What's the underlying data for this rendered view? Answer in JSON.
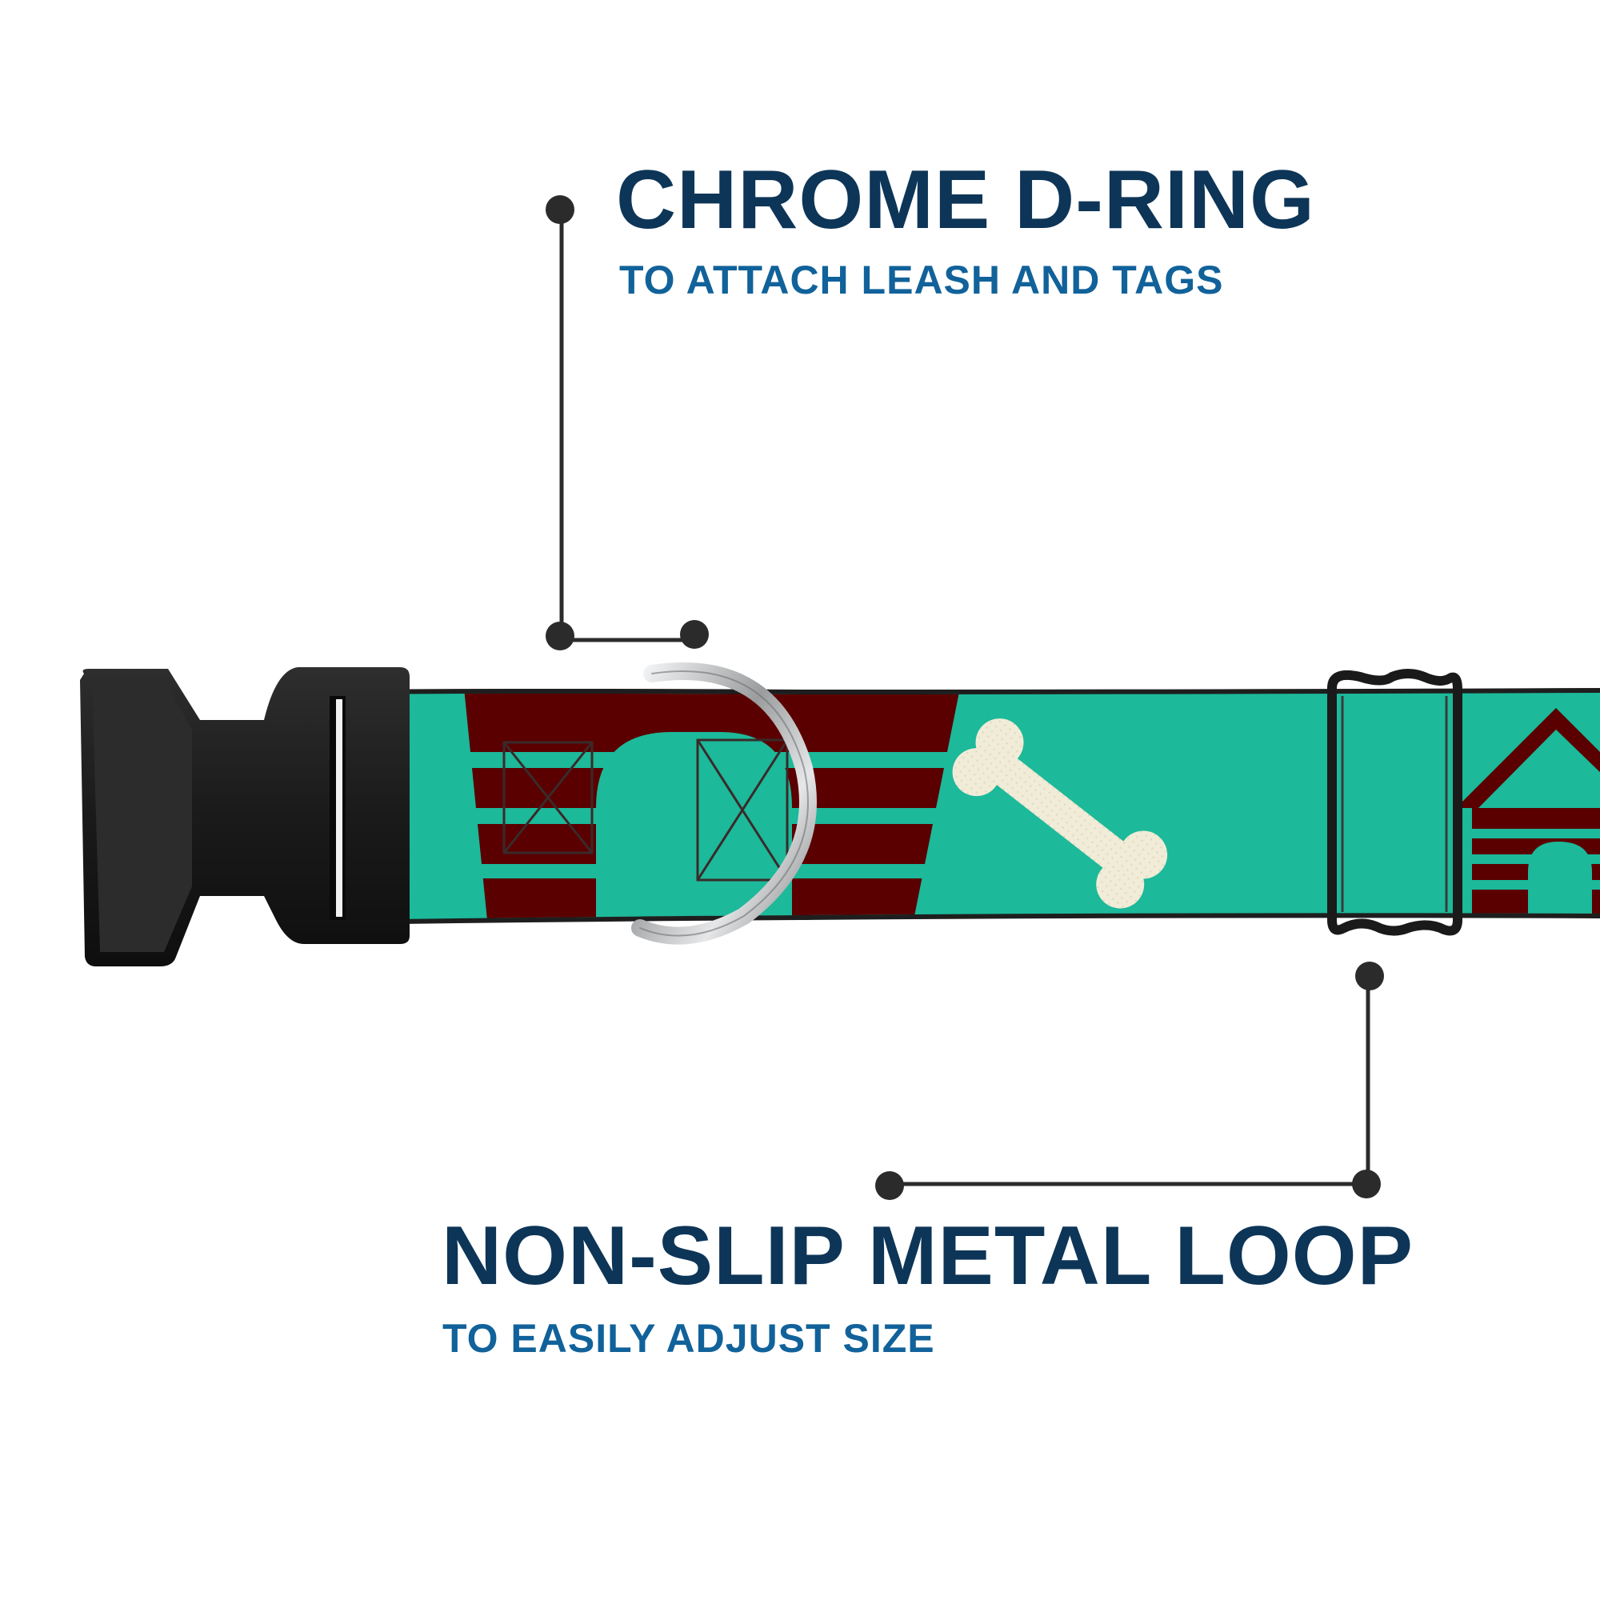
{
  "colors": {
    "background": "#ffffff",
    "title_navy": "#0d3557",
    "subtitle_blue": "#11629a",
    "callout_line": "#2b2b2b",
    "webbing_teal": "#1cb99a",
    "pattern_maroon": "#5a0000",
    "bone_cream": "#f1ecd8",
    "buckle_black": "#1f1f1f",
    "chrome": "#c9cbcd"
  },
  "callouts": {
    "d_ring": {
      "title": "CHROME D-RING",
      "subtitle": "TO ATTACH LEASH AND TAGS"
    },
    "metal_loop": {
      "title": "NON-SLIP METAL LOOP",
      "subtitle": "TO EASILY ADJUST SIZE"
    }
  },
  "product": {
    "pattern_icons": [
      "dog-house-icon",
      "bone-icon"
    ]
  }
}
